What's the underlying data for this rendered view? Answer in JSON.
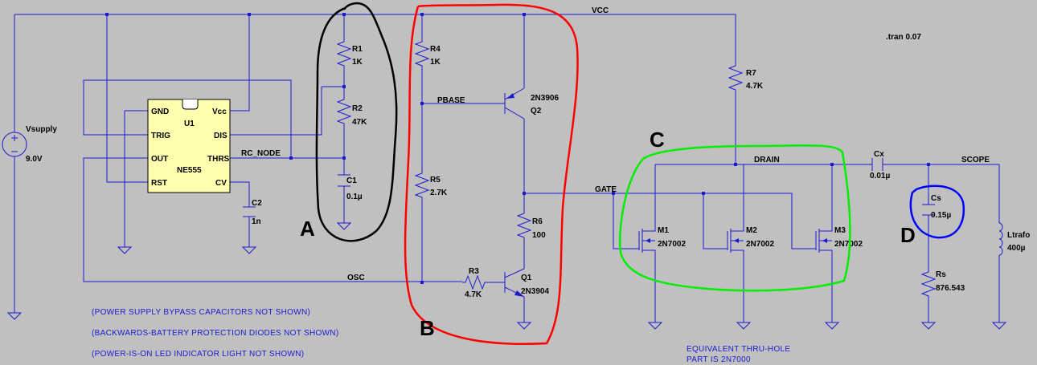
{
  "nets": {
    "vcc": "VCC",
    "rc_node": "RC_NODE",
    "pbase": "PBASE",
    "gate": "GATE",
    "osc": "OSC",
    "drain": "DRAIN",
    "scope": "SCOPE"
  },
  "directive": ".tran 0.07",
  "ic": {
    "ref": "U1",
    "part": "NE555",
    "pins": {
      "gnd": "GND",
      "vcc": "Vcc",
      "trig": "TRIG",
      "dis": "DIS",
      "out": "OUT",
      "thrs": "THRS",
      "rst": "RST",
      "cv": "CV"
    }
  },
  "supply": {
    "name": "Vsupply",
    "value": "9.0V"
  },
  "components": {
    "r1": {
      "ref": "R1",
      "value": "1K"
    },
    "r2": {
      "ref": "R2",
      "value": "47K"
    },
    "c1": {
      "ref": "C1",
      "value": "0.1µ"
    },
    "c2": {
      "ref": "C2",
      "value": "1n"
    },
    "r4": {
      "ref": "R4",
      "value": "1K"
    },
    "r5": {
      "ref": "R5",
      "value": "2.7K"
    },
    "q2": {
      "ref": "Q2",
      "value": "2N3906"
    },
    "r6": {
      "ref": "R6",
      "value": "100"
    },
    "r3": {
      "ref": "R3",
      "value": "4.7K"
    },
    "q1": {
      "ref": "Q1",
      "value": "2N3904"
    },
    "r7": {
      "ref": "R7",
      "value": "4.7K"
    },
    "m1": {
      "ref": "M1",
      "value": "2N7002"
    },
    "m2": {
      "ref": "M2",
      "value": "2N7002"
    },
    "m3": {
      "ref": "M3",
      "value": "2N7002"
    },
    "cx": {
      "ref": "Cx",
      "value": "0.01µ"
    },
    "cs": {
      "ref": "Cs",
      "value": "0.15µ"
    },
    "rs": {
      "ref": "Rs",
      "value": "876.543"
    },
    "ltrafo": {
      "ref": "Ltrafo",
      "value": "400µ"
    }
  },
  "notes": [
    "(POWER SUPPLY BYPASS CAPACITORS NOT SHOWN)",
    "(BACKWARDS-BATTERY PROTECTION DIODES NOT SHOWN)",
    "(POWER-IS-ON LED INDICATOR LIGHT NOT SHOWN)"
  ],
  "thru_hole_note": [
    "EQUIVALENT THRU-HOLE",
    "PART IS 2N7000"
  ],
  "annotations": {
    "a": {
      "letter": "A",
      "color": "#000000"
    },
    "b": {
      "letter": "B",
      "color": "#ff0000"
    },
    "c": {
      "letter": "C",
      "color": "#00ee00"
    },
    "d": {
      "letter": "D",
      "color": "#0000ff"
    }
  },
  "colors": {
    "background": "#c0c0c0",
    "wire": "#1a1ad0",
    "ic_fill": "#ffffb0"
  }
}
